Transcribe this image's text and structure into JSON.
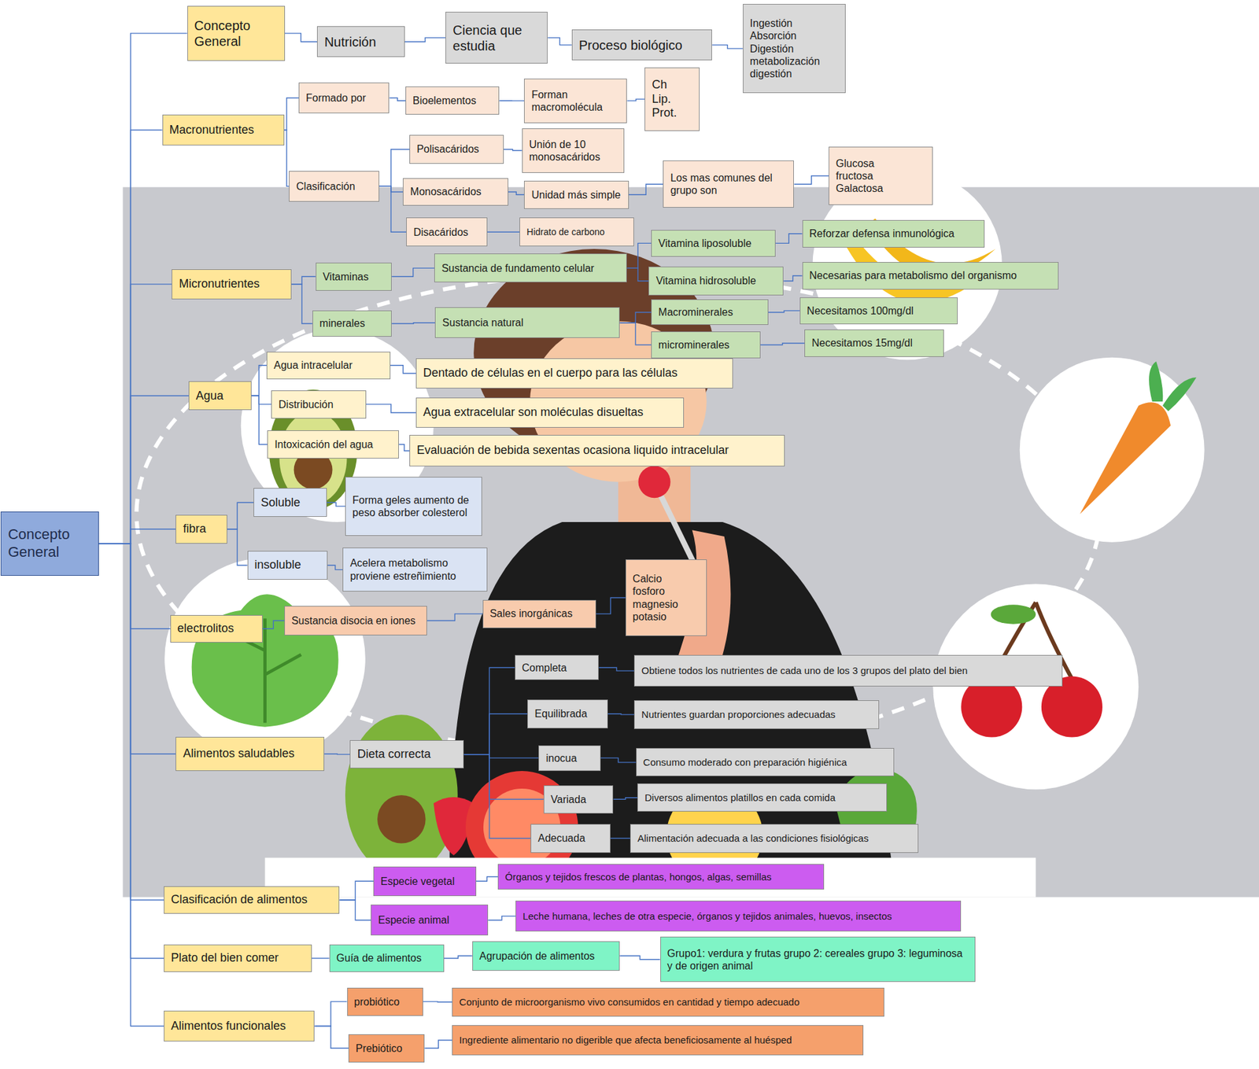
{
  "diagram": {
    "nodes": [
      {
        "text": [
          "Concepto General"
        ]
      },
      {
        "text": [
          "Concepto General"
        ]
      },
      {
        "text": [
          "Nutrición"
        ]
      },
      {
        "text": [
          "Ciencia que estudia"
        ]
      },
      {
        "text": [
          "Proceso biológico"
        ]
      },
      {
        "text": [
          "Ingestión Absorción Digestión metabolización digestión"
        ]
      },
      {
        "text": [
          "Macronutrientes"
        ]
      },
      {
        "text": [
          "Formado por"
        ]
      },
      {
        "text": [
          "Bioelementos"
        ]
      },
      {
        "text": [
          "Forman macromolécula"
        ]
      },
      {
        "text": [
          "Ch Lip. Prot."
        ]
      },
      {
        "text": [
          "Clasificación"
        ]
      },
      {
        "text": [
          "Polisacáridos"
        ]
      },
      {
        "text": [
          "Unión de 10 monosacáridos"
        ]
      },
      {
        "text": [
          "Monosacáridos"
        ]
      },
      {
        "text": [
          "Unidad más simple"
        ]
      },
      {
        "text": [
          "Los mas comunes del grupo son"
        ]
      },
      {
        "text": [
          "Glucosa fructosa Galactosa"
        ]
      },
      {
        "text": [
          "Disacáridos"
        ]
      },
      {
        "text": [
          "Hidrato de carbono"
        ]
      },
      {
        "text": [
          "Micronutrientes"
        ]
      },
      {
        "text": [
          "Vitaminas"
        ]
      },
      {
        "text": [
          "Sustancia de fundamento celular"
        ]
      },
      {
        "text": [
          "Vitamina liposoluble"
        ]
      },
      {
        "text": [
          "Reforzar defensa inmunológica"
        ]
      },
      {
        "text": [
          "Vitamina hidrosoluble"
        ]
      },
      {
        "text": [
          "Necesarias para metabolismo del organismo"
        ]
      },
      {
        "text": [
          "minerales"
        ]
      },
      {
        "text": [
          "Sustancia natural"
        ]
      },
      {
        "text": [
          "Macrominerales"
        ]
      },
      {
        "text": [
          "Necesitamos 100mg/dl"
        ]
      },
      {
        "text": [
          "microminerales"
        ]
      },
      {
        "text": [
          "Necesitamos 15mg/dl"
        ]
      },
      {
        "text": [
          "Agua"
        ]
      },
      {
        "text": [
          "Agua intracelular"
        ]
      },
      {
        "text": [
          "Dentado de células en el cuerpo para las células"
        ]
      },
      {
        "text": [
          "Distribución"
        ]
      },
      {
        "text": [
          "Agua extracelular son moléculas disueltas"
        ]
      },
      {
        "text": [
          "Intoxicación del agua"
        ]
      },
      {
        "text": [
          "Evaluación de bebida sexentas ocasiona liquido intracelular"
        ]
      },
      {
        "text": [
          "fibra"
        ]
      },
      {
        "text": [
          "Soluble"
        ]
      },
      {
        "text": [
          "Forma geles aumento de peso absorber colesterol"
        ]
      },
      {
        "text": [
          "insoluble"
        ]
      },
      {
        "text": [
          "Acelera metabolismo proviene estreñimiento"
        ]
      },
      {
        "text": [
          "electrolitos"
        ]
      },
      {
        "text": [
          "Sustancia disocia en iones"
        ]
      },
      {
        "text": [
          "Sales inorgánicas"
        ]
      },
      {
        "text": [
          "Calcio fosforo magnesio potasio"
        ]
      },
      {
        "text": [
          "Alimentos saludables"
        ]
      },
      {
        "text": [
          "Dieta correcta"
        ]
      },
      {
        "text": [
          "Completa"
        ]
      },
      {
        "text": [
          "Obtiene todos los nutrientes de cada uno de los 3 grupos del plato del bien"
        ]
      },
      {
        "text": [
          "Equilibrada"
        ]
      },
      {
        "text": [
          "Nutrientes guardan proporciones adecuadas"
        ]
      },
      {
        "text": [
          "inocua"
        ]
      },
      {
        "text": [
          "Consumo moderado con preparación higiénica"
        ]
      },
      {
        "text": [
          "Variada"
        ]
      },
      {
        "text": [
          "Diversos alimentos platillos en cada comida"
        ]
      },
      {
        "text": [
          "Adecuada"
        ]
      },
      {
        "text": [
          "Alimentación adecuada a las condiciones fisiológicas"
        ]
      },
      {
        "text": [
          "Clasificación de alimentos"
        ]
      },
      {
        "text": [
          "Especie vegetal"
        ]
      },
      {
        "text": [
          "Órganos y tejidos frescos de plantas, hongos, algas, semillas"
        ]
      },
      {
        "text": [
          "Especie animal"
        ]
      },
      {
        "text": [
          "Leche humana, leches de otra especie, órganos y tejidos animales, huevos, insectos"
        ]
      },
      {
        "text": [
          "Plato del bien comer"
        ]
      },
      {
        "text": [
          "Guía de alimentos"
        ]
      },
      {
        "text": [
          "Agrupación de alimentos"
        ]
      },
      {
        "text": [
          "Grupo1: verdura y frutas grupo 2: cereales grupo 3: leguminosa y de origen animal"
        ]
      },
      {
        "text": [
          "Alimentos funcionales"
        ]
      },
      {
        "text": [
          "probiótico"
        ]
      },
      {
        "text": [
          "Conjunto de microorganismo vivo consumidos en cantidad y tiempo adecuado"
        ]
      },
      {
        "text": [
          "Prebiótico"
        ]
      },
      {
        "text": [
          "Ingrediente alimentario no digerible que afecta beneficiosamente al huésped"
        ]
      }
    ],
    "edges": [
      {
        "from": 0,
        "to": 1,
        "arrow": "none"
      },
      {
        "from": 0,
        "to": 6,
        "arrow": "none"
      },
      {
        "from": 0,
        "to": 20,
        "arrow": "none"
      },
      {
        "from": 0,
        "to": 33,
        "arrow": "none"
      },
      {
        "from": 0,
        "to": 40,
        "arrow": "none"
      },
      {
        "from": 0,
        "to": 45,
        "arrow": "none"
      },
      {
        "from": 0,
        "to": 49,
        "arrow": "none"
      },
      {
        "from": 0,
        "to": 61,
        "arrow": "none"
      },
      {
        "from": 0,
        "to": 66,
        "arrow": "none"
      },
      {
        "from": 0,
        "to": 70,
        "arrow": "none"
      },
      {
        "from": 1,
        "to": 2,
        "arrow": "none"
      },
      {
        "from": 2,
        "to": 3,
        "arrow": "none"
      },
      {
        "from": 3,
        "to": 4,
        "arrow": "none"
      },
      {
        "from": 4,
        "to": 5,
        "arrow": "none"
      },
      {
        "from": 6,
        "to": 7,
        "arrow": "none"
      },
      {
        "from": 6,
        "to": 11,
        "arrow": "none"
      },
      {
        "from": 7,
        "to": 8,
        "arrow": "none"
      },
      {
        "from": 8,
        "to": 9,
        "arrow": "none"
      },
      {
        "from": 9,
        "to": 10,
        "arrow": "none"
      },
      {
        "from": 11,
        "to": 12,
        "arrow": "none"
      },
      {
        "from": 11,
        "to": 14,
        "arrow": "none"
      },
      {
        "from": 11,
        "to": 18,
        "arrow": "none"
      },
      {
        "from": 12,
        "to": 13,
        "arrow": "none"
      },
      {
        "from": 14,
        "to": 15,
        "arrow": "none"
      },
      {
        "from": 15,
        "to": 16,
        "arrow": "none"
      },
      {
        "from": 16,
        "to": 17,
        "arrow": "none"
      },
      {
        "from": 18,
        "to": 19,
        "arrow": "none"
      },
      {
        "from": 20,
        "to": 21,
        "arrow": "none"
      },
      {
        "from": 20,
        "to": 27,
        "arrow": "none"
      },
      {
        "from": 21,
        "to": 22,
        "arrow": "none"
      },
      {
        "from": 22,
        "to": 23,
        "arrow": "none"
      },
      {
        "from": 22,
        "to": 25,
        "arrow": "none"
      },
      {
        "from": 23,
        "to": 24,
        "arrow": "none"
      },
      {
        "from": 25,
        "to": 26,
        "arrow": "none"
      },
      {
        "from": 27,
        "to": 28,
        "arrow": "none"
      },
      {
        "from": 28,
        "to": 29,
        "arrow": "none"
      },
      {
        "from": 28,
        "to": 31,
        "arrow": "none"
      },
      {
        "from": 29,
        "to": 30,
        "arrow": "none"
      },
      {
        "from": 31,
        "to": 32,
        "arrow": "none"
      },
      {
        "from": 33,
        "to": 34,
        "arrow": "none"
      },
      {
        "from": 33,
        "to": 36,
        "arrow": "none"
      },
      {
        "from": 33,
        "to": 38,
        "arrow": "none"
      },
      {
        "from": 34,
        "to": 35,
        "arrow": "none"
      },
      {
        "from": 36,
        "to": 37,
        "arrow": "none"
      },
      {
        "from": 38,
        "to": 39,
        "arrow": "none"
      },
      {
        "from": 40,
        "to": 41,
        "arrow": "none"
      },
      {
        "from": 40,
        "to": 43,
        "arrow": "none"
      },
      {
        "from": 41,
        "to": 42,
        "arrow": "none"
      },
      {
        "from": 43,
        "to": 44,
        "arrow": "none"
      },
      {
        "from": 45,
        "to": 46,
        "arrow": "none"
      },
      {
        "from": 46,
        "to": 47,
        "arrow": "none"
      },
      {
        "from": 47,
        "to": 48,
        "arrow": "none"
      },
      {
        "from": 49,
        "to": 50,
        "arrow": "none"
      },
      {
        "from": 50,
        "to": 51,
        "arrow": "none"
      },
      {
        "from": 50,
        "to": 53,
        "arrow": "none"
      },
      {
        "from": 50,
        "to": 55,
        "arrow": "none"
      },
      {
        "from": 50,
        "to": 57,
        "arrow": "none"
      },
      {
        "from": 50,
        "to": 59,
        "arrow": "none"
      },
      {
        "from": 51,
        "to": 52,
        "arrow": "none"
      },
      {
        "from": 53,
        "to": 54,
        "arrow": "none"
      },
      {
        "from": 55,
        "to": 56,
        "arrow": "none"
      },
      {
        "from": 57,
        "to": 58,
        "arrow": "none"
      },
      {
        "from": 59,
        "to": 60,
        "arrow": "none"
      },
      {
        "from": 61,
        "to": 62,
        "arrow": "none"
      },
      {
        "from": 61,
        "to": 64,
        "arrow": "none"
      },
      {
        "from": 62,
        "to": 63,
        "arrow": "none"
      },
      {
        "from": 64,
        "to": 65,
        "arrow": "none"
      },
      {
        "from": 66,
        "to": 67,
        "arrow": "none"
      },
      {
        "from": 67,
        "to": 68,
        "arrow": "none"
      },
      {
        "from": 68,
        "to": 69,
        "arrow": "none"
      },
      {
        "from": 70,
        "to": 71,
        "arrow": "none"
      },
      {
        "from": 70,
        "to": 73,
        "arrow": "none"
      },
      {
        "from": 71,
        "to": 72,
        "arrow": "none"
      },
      {
        "from": 73,
        "to": 74,
        "arrow": "none"
      }
    ]
  }
}
